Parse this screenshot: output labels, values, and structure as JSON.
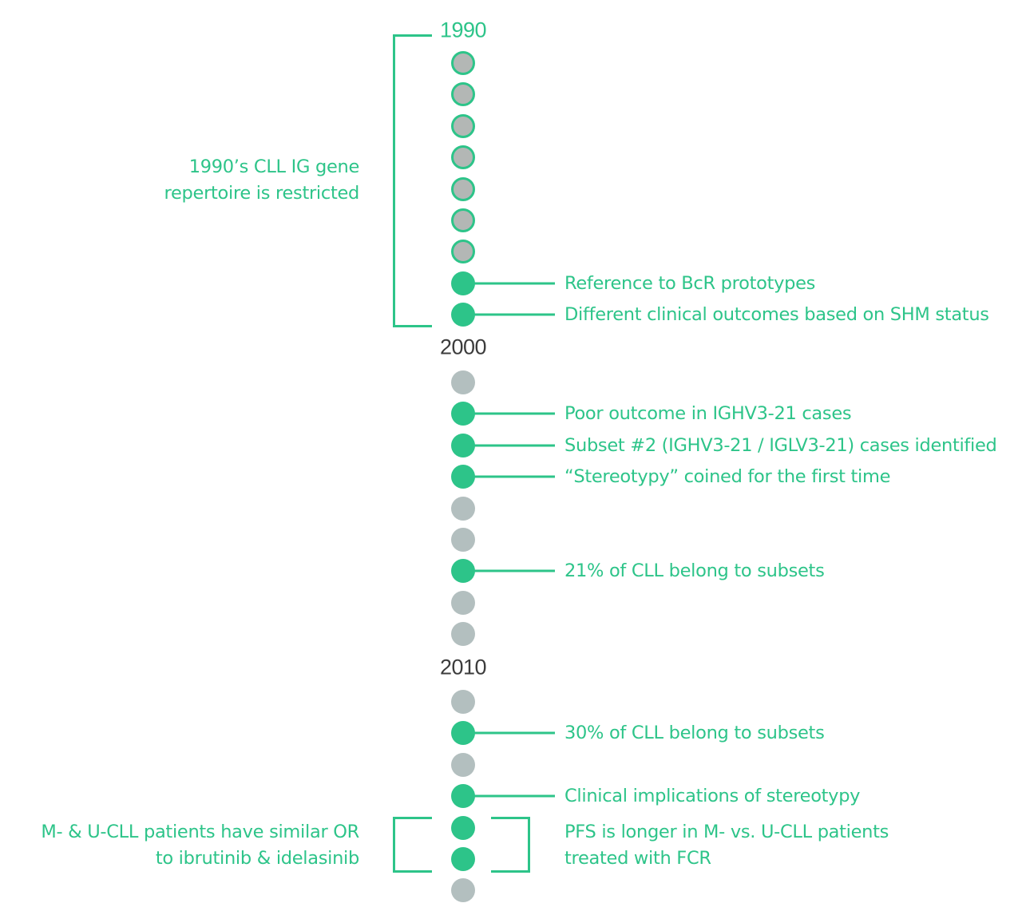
{
  "colors": {
    "accent": "#2dc489",
    "dot_gray": "#b3bfbf",
    "year_text": "#3c3c3c"
  },
  "timeline": {
    "years": [
      {
        "label": "1990",
        "color": "#2dc489"
      },
      {
        "label": "2000",
        "color": "#3c3c3c"
      },
      {
        "label": "2010",
        "color": "#3c3c3c"
      }
    ],
    "segments": [
      {
        "year_index": 0,
        "dots": [
          {
            "type": "gray-outlined",
            "event": null
          },
          {
            "type": "gray-outlined",
            "event": null
          },
          {
            "type": "gray-outlined",
            "event": null
          },
          {
            "type": "gray-outlined",
            "event": null
          },
          {
            "type": "gray-outlined",
            "event": null
          },
          {
            "type": "gray-outlined",
            "event": null
          },
          {
            "type": "gray-outlined",
            "event": null
          },
          {
            "type": "green",
            "event": "Reference to BcR  prototypes"
          },
          {
            "type": "green",
            "event": "Different clinical outcomes based on SHM status"
          }
        ]
      },
      {
        "year_index": 1,
        "dots": [
          {
            "type": "gray",
            "event": null
          },
          {
            "type": "green",
            "event": "Poor outcome in IGHV3-21 cases"
          },
          {
            "type": "green",
            "event": "Subset #2 (IGHV3-21 / IGLV3-21) cases identified"
          },
          {
            "type": "green",
            "event": "“Stereotypy” coined for the first time"
          },
          {
            "type": "gray",
            "event": null
          },
          {
            "type": "gray",
            "event": null
          },
          {
            "type": "green",
            "event": "21% of CLL belong to subsets"
          },
          {
            "type": "gray",
            "event": null
          },
          {
            "type": "gray",
            "event": null
          }
        ]
      },
      {
        "year_index": 2,
        "dots": [
          {
            "type": "gray",
            "event": null
          },
          {
            "type": "green",
            "event": "30% of CLL belong to subsets"
          },
          {
            "type": "gray",
            "event": null
          },
          {
            "type": "green",
            "event": "Clinical implications of stereotypy"
          },
          {
            "type": "green",
            "event": null
          },
          {
            "type": "green",
            "event": null
          },
          {
            "type": "gray",
            "event": null
          }
        ]
      }
    ]
  },
  "annotations": {
    "decade_note": {
      "lines": [
        "1990’s CLL IG gene",
        "repertoire is restricted"
      ]
    },
    "left_bracket_note": {
      "lines": [
        "M- & U-CLL patients have similar OR",
        "to ibrutinib & idelasinib"
      ]
    },
    "right_bracket_note": {
      "lines": [
        "PFS is longer in M- vs. U-CLL patients",
        "treated with FCR"
      ]
    }
  }
}
